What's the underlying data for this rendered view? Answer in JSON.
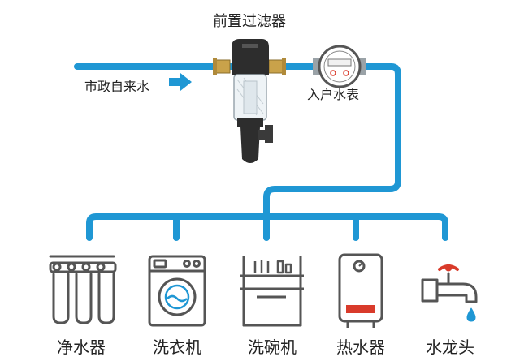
{
  "labels": {
    "title": "前置过滤器",
    "inlet": "市政自来水",
    "meter": "入户水表"
  },
  "appliances": [
    {
      "label": "净水器"
    },
    {
      "label": "洗衣机"
    },
    {
      "label": "洗碗机"
    },
    {
      "label": "热水器"
    },
    {
      "label": "水龙头"
    }
  ],
  "colors": {
    "pipe": "#1f97d4",
    "outline": "#555555",
    "accent": "#d93b2b",
    "brass": "#c9a24a"
  }
}
